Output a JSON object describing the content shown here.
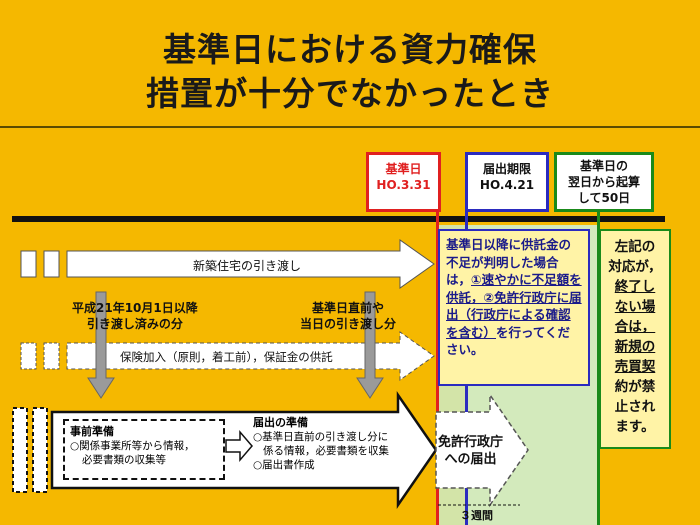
{
  "title": {
    "line1": "基準日における資力確保",
    "line2": "措置が十分でなかったとき"
  },
  "headers": {
    "base_day": {
      "line1": "基準日",
      "line2": "HO.3.31",
      "color": "#E02020"
    },
    "deadline": {
      "line1": "届出期限",
      "line2": "HO.4.21",
      "color": "#2B2BBF"
    },
    "after_50": {
      "line1": "基準日の",
      "line2": "翌日から起算",
      "line3": "して50日",
      "color": "#1A8A1A"
    }
  },
  "flow": {
    "delivery_label": "新築住宅の引き渡し",
    "completed_label_line1": "平成21年10月1日以降",
    "completed_label_line2": "引き渡し済みの分",
    "just_before_label_line1": "基準日直前や",
    "just_before_label_line2": "当日の引き渡し分",
    "insurance_label": "保険加入（原則，着工前），保証金の供託",
    "prep_title": "事前準備",
    "prep_line1": "○関係事業所等から情報，",
    "prep_line2": "必要書類の収集等",
    "filing_prep_title": "届出の準備",
    "filing_prep_line1": "○基準日直前の引き渡し分に",
    "filing_prep_line2": "係る情報，必要書類を収集",
    "filing_prep_line3": "○届出書作成",
    "filing_line1": "免許行政庁",
    "filing_line2": "への届出",
    "weeks_label": "３週間"
  },
  "blue_note": {
    "p1": "基準日以降に供託金の不足が判明した場合は，",
    "p2": "①速やかに不足額を供託，",
    "p3": "②免許行政庁に届出",
    "p4": "（行政庁による確認を含む）",
    "p5": "を行ってください。"
  },
  "green_note": {
    "l1": "左記の",
    "l2": "対応が，",
    "l3": "終了し",
    "l4": "ない場",
    "l5": "合は，",
    "l6": "新規の",
    "l7": "売買契",
    "l8": "約が禁",
    "l9": "止され",
    "l10": "ます。"
  }
}
